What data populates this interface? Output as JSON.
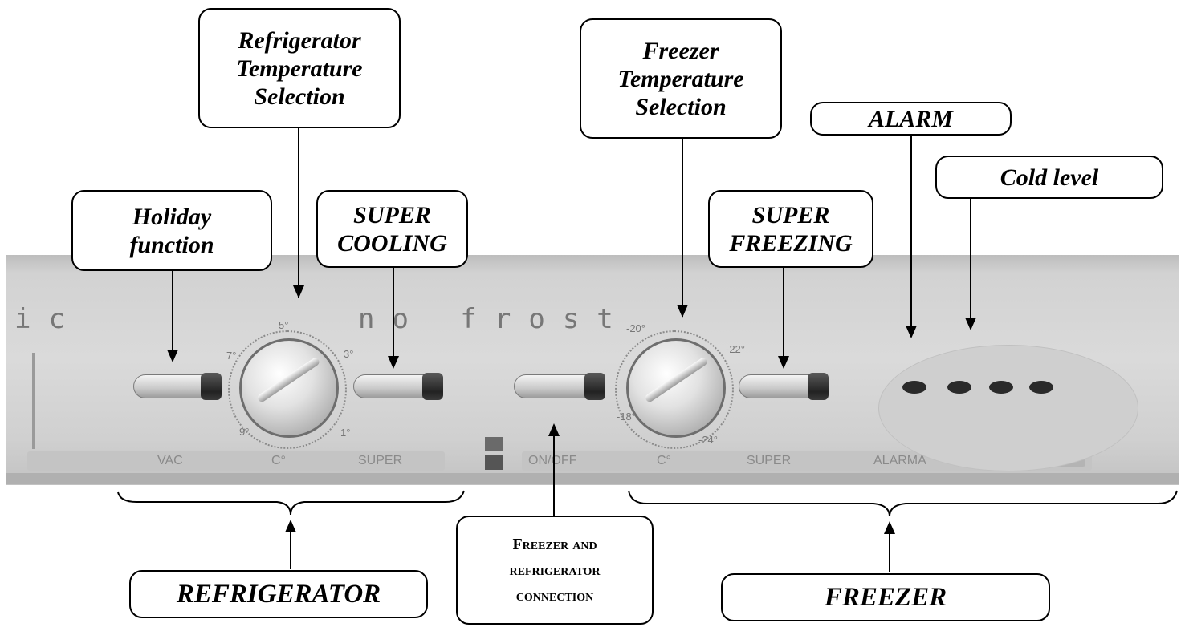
{
  "callouts": {
    "refrigerator_temperature_selection": [
      "Refrigerator",
      "Temperature",
      "Selection"
    ],
    "freezer_temperature_selection": [
      "Freezer",
      "Temperature",
      "Selection"
    ],
    "alarm": "ALARM",
    "cold_level": "Cold level",
    "holiday_function": [
      "Holiday",
      "function"
    ],
    "super_cooling": [
      "SUPER",
      "COOLING"
    ],
    "super_freezing": [
      "SUPER",
      "FREEZING"
    ],
    "connection": [
      "Freezer and",
      "refrigerator",
      "connection"
    ],
    "refrigerator": "REFRIGERATOR",
    "freezer": "FREEZER"
  },
  "panel": {
    "brand_left": "ic",
    "brand": "no frost",
    "labels": [
      "VAC",
      "C°",
      "SUPER",
      "ON/OFF",
      "C°",
      "SUPER",
      "ALARMA"
    ],
    "fridge_dial_ticks": [
      "5°",
      "7°",
      "3°",
      "9°",
      "1°"
    ],
    "freezer_dial_ticks": [
      "-20°",
      "-22°",
      "-18°",
      "-24°"
    ]
  }
}
